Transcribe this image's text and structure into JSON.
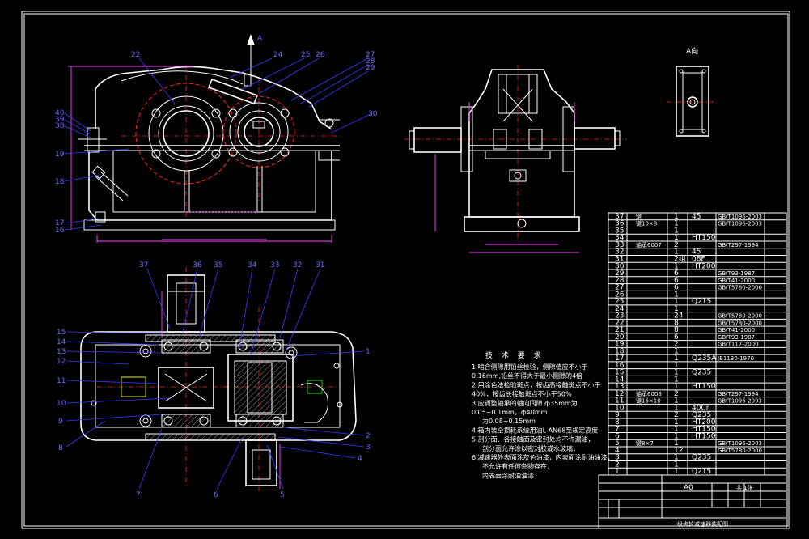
{
  "top_right_label": "A向",
  "main_view_callouts": [
    "22",
    "24",
    "25",
    "26",
    "27",
    "28",
    "29",
    "40",
    "39",
    "38",
    "19",
    "18",
    "17",
    "16",
    "30"
  ],
  "plan_view_callouts_top": [
    "37",
    "36",
    "35",
    "34",
    "33",
    "32",
    "31"
  ],
  "plan_view_callouts_left": [
    "15",
    "14",
    "13",
    "12",
    "11",
    "10",
    "9",
    "8"
  ],
  "plan_view_callouts_bottom": [
    "7",
    "6",
    "5"
  ],
  "plan_view_callouts_right": [
    "1",
    "2",
    "3",
    "4"
  ],
  "tech_notes": {
    "heading": "技 术 要 求",
    "items": [
      "1.啮合侧隙用铅丝检验，侧隙值应不小于",
      "0.16mm,铅丝不得大于最小侧隙的4倍",
      "2.用涂色法检验斑点，按齿高接触斑点不小于",
      "40%，按齿长接触斑点不小于50%",
      "3.应调整轴承的轴向间隙 ф35mm为",
      "0.05~0.1mm，ф40mm",
      "为0.08~0.15mm",
      "4.箱内装全损耗系统用油L-AN68至规定高度",
      "5.剖分面、各接触面及密封处均不许漏油，",
      "剖分面允许涂以密封胶或水玻璃，",
      "6.减速器外表面涂灰色油漆，内表面涂耐油油漆，",
      "不允许有任何杂物存在，",
      "内表面涂耐油油漆"
    ]
  },
  "parts_list": [
    {
      "no": "37",
      "name": "键",
      "qty": "1",
      "material": "45",
      "std": "GB/T1096-2003"
    },
    {
      "no": "36",
      "name": "键10×8",
      "qty": "1",
      "material": "",
      "std": "GB/T1096-2003"
    },
    {
      "no": "35",
      "name": "",
      "qty": "1",
      "material": "",
      "std": ""
    },
    {
      "no": "34",
      "name": "",
      "qty": "1",
      "material": "HT150",
      "std": ""
    },
    {
      "no": "33",
      "name": "轴承6007",
      "qty": "2",
      "material": "",
      "std": "GB/T297-1994"
    },
    {
      "no": "32",
      "name": "",
      "qty": "1",
      "material": "45",
      "std": ""
    },
    {
      "no": "31",
      "name": "",
      "qty": "2组",
      "material": "08F",
      "std": ""
    },
    {
      "no": "30",
      "name": "",
      "qty": "1",
      "material": "HT200",
      "std": ""
    },
    {
      "no": "29",
      "name": "",
      "qty": "6",
      "material": "",
      "std": "GB/T93-1987"
    },
    {
      "no": "28",
      "name": "",
      "qty": "6",
      "material": "",
      "std": "GB/T41-2000"
    },
    {
      "no": "27",
      "name": "",
      "qty": "6",
      "material": "",
      "std": "GB/T5780-2000"
    },
    {
      "no": "26",
      "name": "",
      "qty": "1",
      "material": "",
      "std": ""
    },
    {
      "no": "25",
      "name": "",
      "qty": "1",
      "material": "Q215",
      "std": ""
    },
    {
      "no": "24",
      "name": "",
      "qty": "1",
      "material": "",
      "std": ""
    },
    {
      "no": "23",
      "name": "",
      "qty": "24",
      "material": "",
      "std": "GB/T5780-2000"
    },
    {
      "no": "22",
      "name": "",
      "qty": "8",
      "material": "",
      "std": "GB/T5780-2000"
    },
    {
      "no": "21",
      "name": "",
      "qty": "8",
      "material": "",
      "std": "GB/T41-2000"
    },
    {
      "no": "20",
      "name": "",
      "qty": "6",
      "material": "",
      "std": "GB/T93-1987"
    },
    {
      "no": "19",
      "name": "",
      "qty": "2",
      "material": "",
      "std": "GB/T117-2000"
    },
    {
      "no": "18",
      "name": "",
      "qty": "1",
      "material": "",
      "std": ""
    },
    {
      "no": "17",
      "name": "",
      "qty": "1",
      "material": "Q235A",
      "std": "JB1130-1970"
    },
    {
      "no": "16",
      "name": "",
      "qty": "1",
      "material": "",
      "std": ""
    },
    {
      "no": "15",
      "name": "",
      "qty": "1",
      "material": "Q235",
      "std": ""
    },
    {
      "no": "14",
      "name": "",
      "qty": "1",
      "material": "",
      "std": ""
    },
    {
      "no": "13",
      "name": "",
      "qty": "1",
      "material": "HT150",
      "std": ""
    },
    {
      "no": "12",
      "name": "轴承6008",
      "qty": "2",
      "material": "",
      "std": "GB/T297-1994"
    },
    {
      "no": "11",
      "name": "键16×10",
      "qty": "1",
      "material": "",
      "std": "GB/T1096-2003"
    },
    {
      "no": "10",
      "name": "",
      "qty": "1",
      "material": "40Cr",
      "std": ""
    },
    {
      "no": "9",
      "name": "",
      "qty": "2",
      "material": "Q235",
      "std": ""
    },
    {
      "no": "8",
      "name": "",
      "qty": "1",
      "material": "HT200",
      "std": ""
    },
    {
      "no": "7",
      "name": "",
      "qty": "1",
      "material": "HT150",
      "std": ""
    },
    {
      "no": "6",
      "name": "",
      "qty": "1",
      "material": "HT150",
      "std": ""
    },
    {
      "no": "5",
      "name": "键8×7",
      "qty": "1",
      "material": "",
      "std": "GB/T1096-2003"
    },
    {
      "no": "4",
      "name": "",
      "qty": "12",
      "material": "",
      "std": "GB/T5780-2000"
    },
    {
      "no": "3",
      "name": "",
      "qty": "1",
      "material": "Q235",
      "std": ""
    },
    {
      "no": "2",
      "name": "",
      "qty": "1",
      "material": "",
      "std": ""
    },
    {
      "no": "1",
      "name": "",
      "qty": "1",
      "material": "Q215",
      "std": ""
    }
  ],
  "title_block": {
    "sheet_size": "A0",
    "sheet_count": "共 1张",
    "drawing_title": "一级齿轮减速器装配图"
  },
  "colors": {
    "outline": "#ffffff",
    "centerline": "#ff2020",
    "dimension": "#ff40ff",
    "callout": "#3a3aff",
    "background": "#000000"
  }
}
